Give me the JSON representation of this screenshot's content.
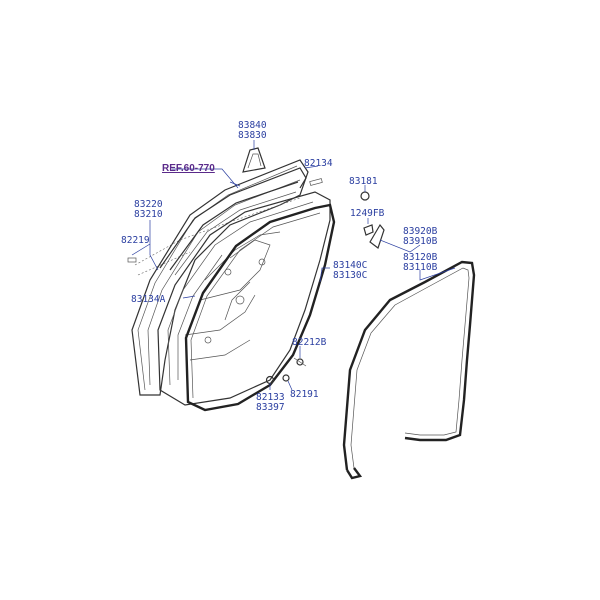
{
  "diagram": {
    "reference": "REF.60-770",
    "labels": {
      "p83840": "83840",
      "p83830": "83830",
      "p82134": "82134",
      "p83181": "83181",
      "p1249FB": "1249FB",
      "p83220": "83220",
      "p83210": "83210",
      "p82219": "82219",
      "p83920B": "83920B",
      "p83910B": "83910B",
      "p83120B": "83120B",
      "p83110B": "83110B",
      "p83140C": "83140C",
      "p83130C": "83130C",
      "p83134A": "83134A",
      "p82212B": "82212B",
      "p82191": "82191",
      "p82133": "82133",
      "p83397": "83397"
    }
  }
}
